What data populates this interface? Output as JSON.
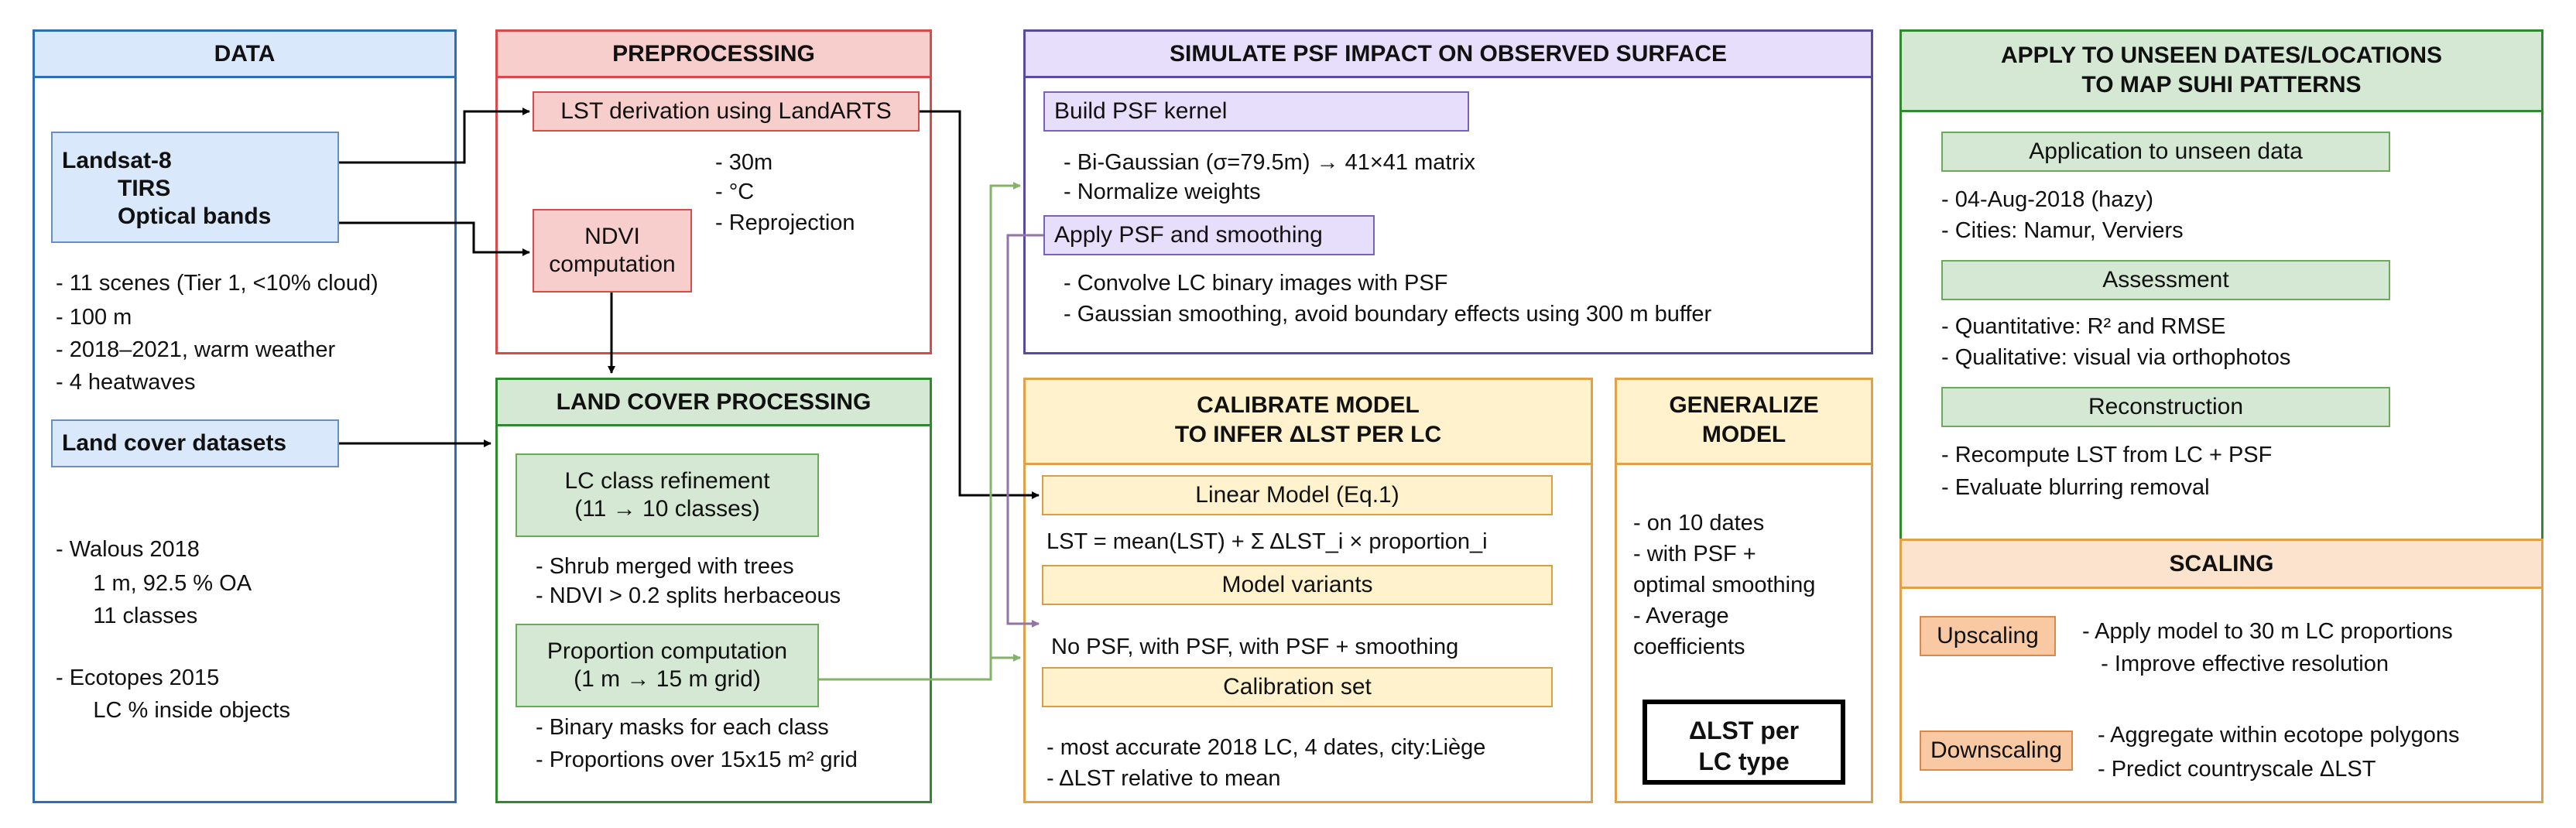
{
  "data": {
    "title": "DATA",
    "landsat": {
      "line1": "Landsat-8",
      "line2": "TIRS",
      "line3": "Optical bands"
    },
    "landsat_notes": [
      "- 11 scenes (Tier 1, <10% cloud)",
      "- 100 m",
      "- 2018–2021, warm weather",
      "- 4 heatwaves"
    ],
    "landcover_label": "Land cover datasets",
    "walous": [
      "- Walous 2018",
      "      1 m, 92.5 % OA",
      "      11 classes"
    ],
    "ecotopes": [
      "- Ecotopes 2015",
      "      LC % inside objects"
    ]
  },
  "preprocessing": {
    "title": "PREPROCESSING",
    "lst_box": "LST derivation using LandARTS",
    "ndvi_line1": "NDVI",
    "ndvi_line2": "computation",
    "notes": [
      "- 30m",
      "- °C",
      "- Reprojection"
    ]
  },
  "landcover": {
    "title": "LAND COVER PROCESSING",
    "refine_line1": "LC class refinement",
    "refine_line2": "(11 → 10 classes)",
    "refine_notes": [
      "- Shrub merged with trees",
      "- NDVI > 0.2 splits herbaceous"
    ],
    "prop_line1": "Proportion computation",
    "prop_line2": "(1 m → 15 m grid)",
    "prop_notes": [
      "- Binary masks for each class",
      "- Proportions over 15x15 m² grid"
    ]
  },
  "psf": {
    "title": "SIMULATE PSF IMPACT ON OBSERVED SURFACE",
    "kernel_box": "Build PSF kernel",
    "kernel_notes": [
      "- Bi-Gaussian (σ=79.5m) → 41×41 matrix",
      "- Normalize weights"
    ],
    "apply_box": "Apply PSF and smoothing",
    "apply_notes": [
      "- Convolve LC binary images with PSF",
      "- Gaussian smoothing, avoid boundary effects using 300 m buffer"
    ]
  },
  "calibrate": {
    "title_line1": "CALIBRATE MODEL",
    "title_line2": "TO INFER ΔLST PER LC",
    "linear_box": "Linear Model (Eq.1)",
    "equation": "LST = mean(LST) + Σ ΔLST_i × proportion_i",
    "variants_box": "Model variants",
    "variants_text": "No PSF, with PSF, with PSF + smoothing",
    "calib_box": "Calibration set",
    "calib_notes": [
      "- most accurate 2018 LC, 4 dates, city:Liège",
      "- ΔLST relative to mean"
    ]
  },
  "generalize": {
    "title_line1": "GENERALIZE",
    "title_line2": "MODEL",
    "notes": [
      "- on 10 dates",
      "- with PSF +",
      "optimal smoothing",
      "- Average",
      "coefficients"
    ],
    "output_line1": "ΔLST per",
    "output_line2": "LC type"
  },
  "apply": {
    "title_line1": "APPLY TO UNSEEN DATES/LOCATIONS",
    "title_line2": "TO MAP SUHI PATTERNS",
    "unseen_box": "Application to unseen data",
    "unseen_notes": [
      "- 04-Aug-2018 (hazy)",
      "- Cities: Namur, Verviers"
    ],
    "assess_box": "Assessment",
    "assess_notes": [
      "- Quantitative: R² and RMSE",
      "- Qualitative: visual via orthophotos"
    ],
    "recon_box": "Reconstruction",
    "recon_notes": [
      "- Recompute LST from LC + PSF",
      "- Evaluate blurring removal"
    ]
  },
  "scaling": {
    "title": "SCALING",
    "up_box": "Upscaling",
    "up_notes": [
      "- Apply model to 30 m LC proportions",
      "   - Improve effective resolution"
    ],
    "down_box": "Downscaling",
    "down_notes": [
      "- Aggregate within ecotope polygons",
      "- Predict countryscale ΔLST"
    ]
  },
  "colors": {
    "black_arrow": "#000000",
    "green_arrow": "#82b366",
    "purple_arrow": "#9673a6"
  }
}
